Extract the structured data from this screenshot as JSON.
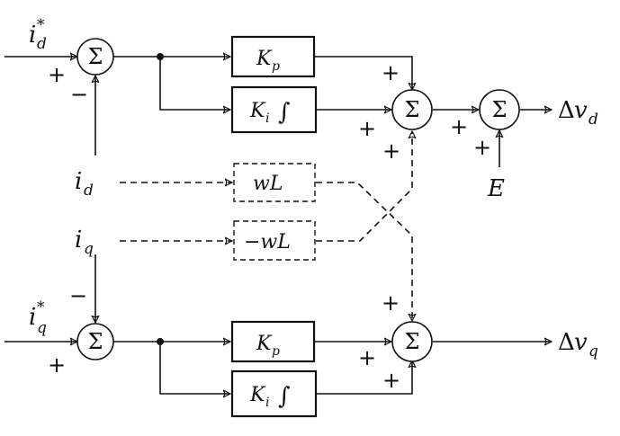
{
  "signals": {
    "id_ref": "i",
    "id_ref_sub": "d",
    "id_ref_sup": "*",
    "iq_ref": "i",
    "iq_ref_sub": "q",
    "iq_ref_sup": "*",
    "id": "i",
    "id_sub": "d",
    "iq": "i",
    "iq_sub": "q",
    "E": "E"
  },
  "outputs": {
    "dvd_delta": "Δ",
    "dvd_v": "v",
    "dvd_sub": "d",
    "dvq_delta": "Δ",
    "dvq_v": "v",
    "dvq_sub": "q"
  },
  "blocks": {
    "kp": "K",
    "kp_sub": "p",
    "ki": "K",
    "ki_sub": "i",
    "integral": "∫",
    "wl": "wL",
    "neg_wl": "−wL"
  },
  "symbols": {
    "sigma": "Σ",
    "plus": "+",
    "minus": "−"
  }
}
